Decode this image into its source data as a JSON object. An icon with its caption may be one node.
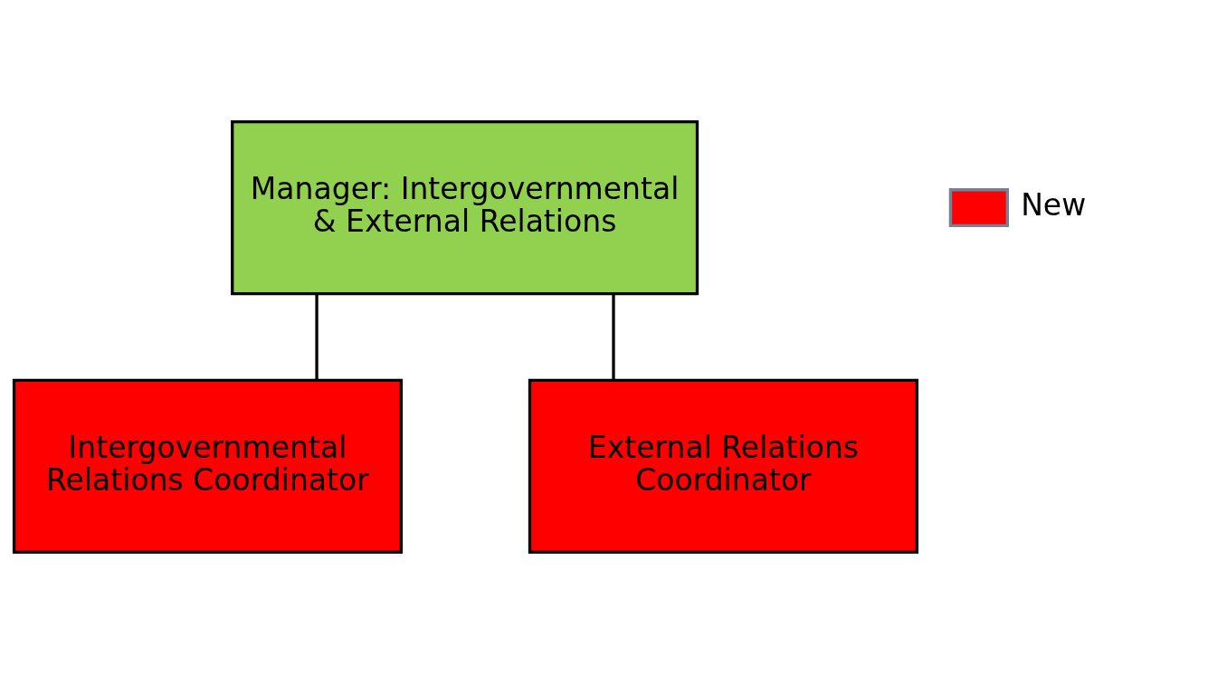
{
  "diagram": {
    "nodes": [
      {
        "text": [
          "Manager: Intergovernmental & External Relations"
        ]
      },
      {
        "text": [
          "Intergovernmental Relations Coordinator"
        ]
      },
      {
        "text": [
          "External Relations Coordinator"
        ]
      }
    ],
    "edges": [
      {
        "from": 0,
        "to": 1,
        "arrow": "none"
      },
      {
        "from": 0,
        "to": 2,
        "arrow": "none"
      }
    ],
    "legend": [
      {
        "text": "New",
        "color": "#ff0000"
      }
    ]
  }
}
